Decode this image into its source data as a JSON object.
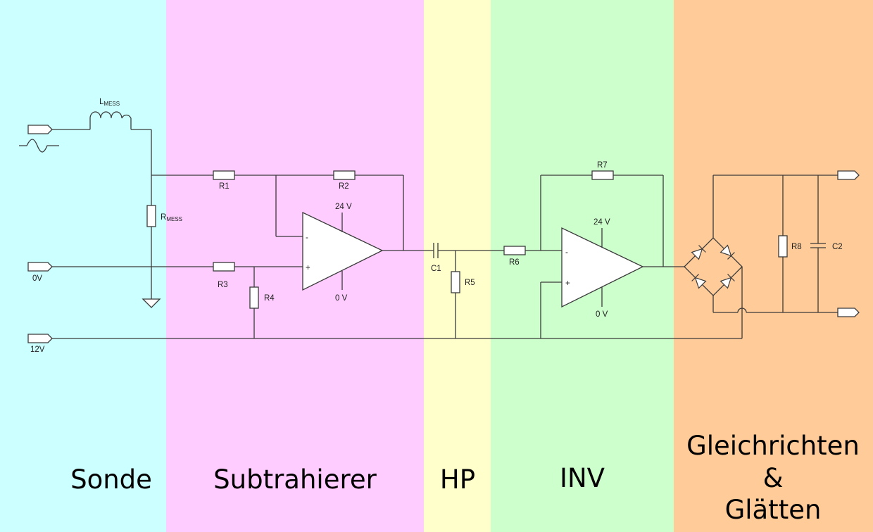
{
  "sections": [
    {
      "label": "Sonde",
      "color": "#ccffff"
    },
    {
      "label": "Subtrahierer",
      "color": "#ffccff"
    },
    {
      "label": "HP",
      "color": "#ffffcc"
    },
    {
      "label": "INV",
      "color": "#ccffcc"
    },
    {
      "label": "Gleichrichten",
      "label2": "&",
      "label3": "Glätten",
      "color": "#ffcc99"
    }
  ],
  "labels": {
    "lmess_main": "L",
    "lmess_sub": "MESS",
    "rmess_main": "R",
    "rmess_sub": "MESS",
    "r1": "R1",
    "r2": "R2",
    "r3": "R3",
    "r4": "R4",
    "r5": "R5",
    "r6": "R6",
    "r7": "R7",
    "r8": "R8",
    "c1": "C1",
    "c2": "C2",
    "in_0v": "0V",
    "in_12v": "12V",
    "op1_vplus": "24 V",
    "op1_vminus": "0 V",
    "op2_vplus": "24 V",
    "op2_vminus": "0 V",
    "minus": "-",
    "plus": "+"
  }
}
